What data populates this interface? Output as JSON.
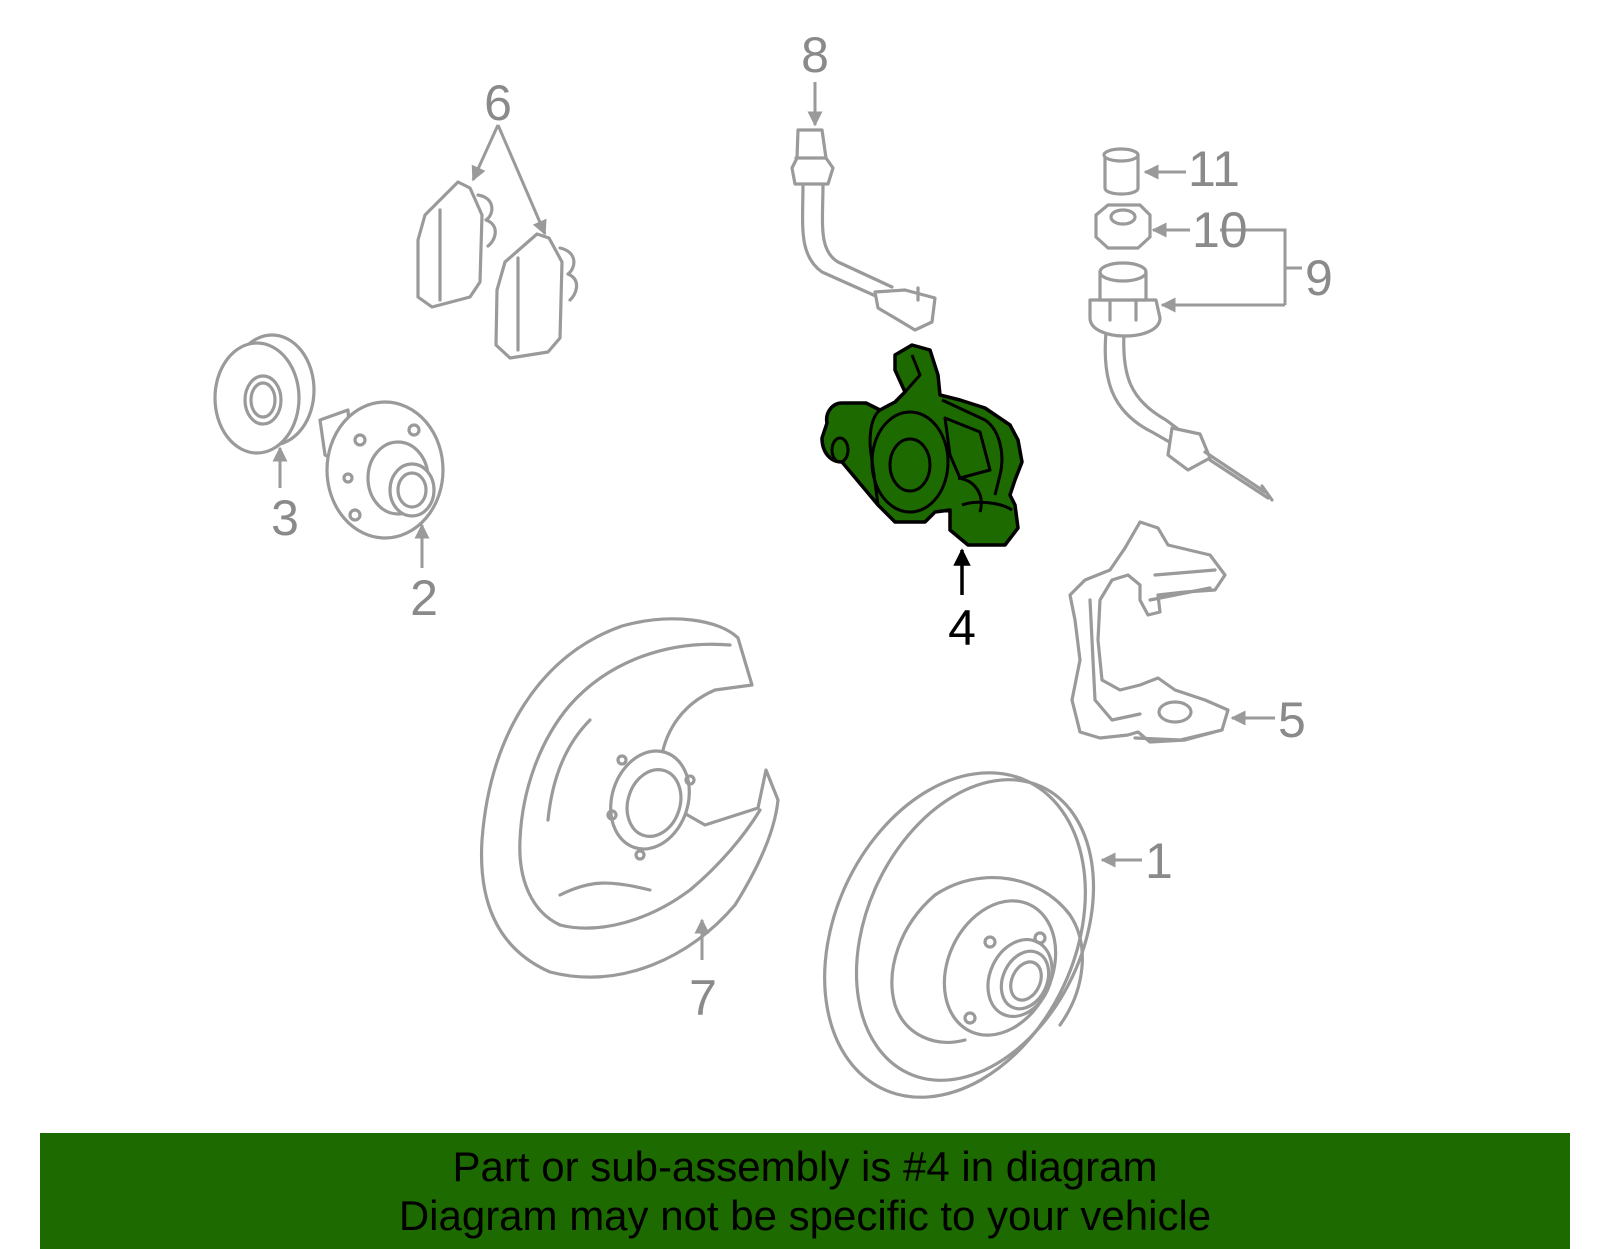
{
  "diagram": {
    "highlight_color": "#1d6a00",
    "part_color": "#9a9a9a",
    "highlighted_part": "4",
    "callouts": [
      "1",
      "2",
      "3",
      "4",
      "5",
      "6",
      "7",
      "8",
      "9",
      "10",
      "11"
    ]
  },
  "banner": {
    "line1": "Part or sub-assembly is #4 in diagram",
    "line2": "Diagram may not be specific to your vehicle"
  }
}
